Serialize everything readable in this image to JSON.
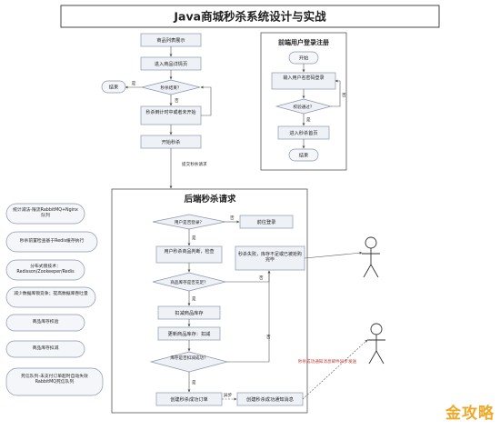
{
  "title": "Java商城秒杀系统设计与实战",
  "main_flow": {
    "nodes": [
      "商品列表展示",
      "进入商品详情页",
      "秒杀结束？",
      "秒杀倒计时中或者未开始",
      "开始秒杀"
    ],
    "end": "结束",
    "yes_label": "是",
    "no_label": "否",
    "send_label": "提交秒杀请求"
  },
  "login_panel": {
    "title": "前端用户登录注册",
    "nodes": [
      "开始",
      "输入用户名密码登录",
      "校验通过？",
      "进入秒杀首页",
      "结束"
    ],
    "yes_label": "是",
    "no_label": "否"
  },
  "backend": {
    "title": "后端秒杀请求",
    "nodes": [
      "用户是否登录？",
      "前往登录",
      "用户秒杀商品判断，检查",
      "商品库存是否充足？",
      "扣减商品库存",
      "更新商品库存：扣减",
      "库存是否扣减成功？",
      "创建秒杀成功订单",
      "创建秒杀成功通知消息",
      "秒杀失败，库存不足或已被抢购完毕"
    ],
    "yes_label": "是",
    "no_label": "否",
    "async_label": "异步",
    "note": "秒杀成功通知消息邮件异步发送"
  },
  "sidebar": [
    "统计减法-限流RabbitMQ+Nginx队列",
    "秒杀前置检查基于Redis缓存执行",
    "分布式锁技术：Redisson/Zookeeper/Redis",
    "减少数据库锁竞争；提高数据库吞吐量",
    "商品库存校验",
    "商品库存扣减",
    "死信队列-未支付订单超时自动失效RabbitMQ死信队列"
  ],
  "watermark": "金攻略"
}
